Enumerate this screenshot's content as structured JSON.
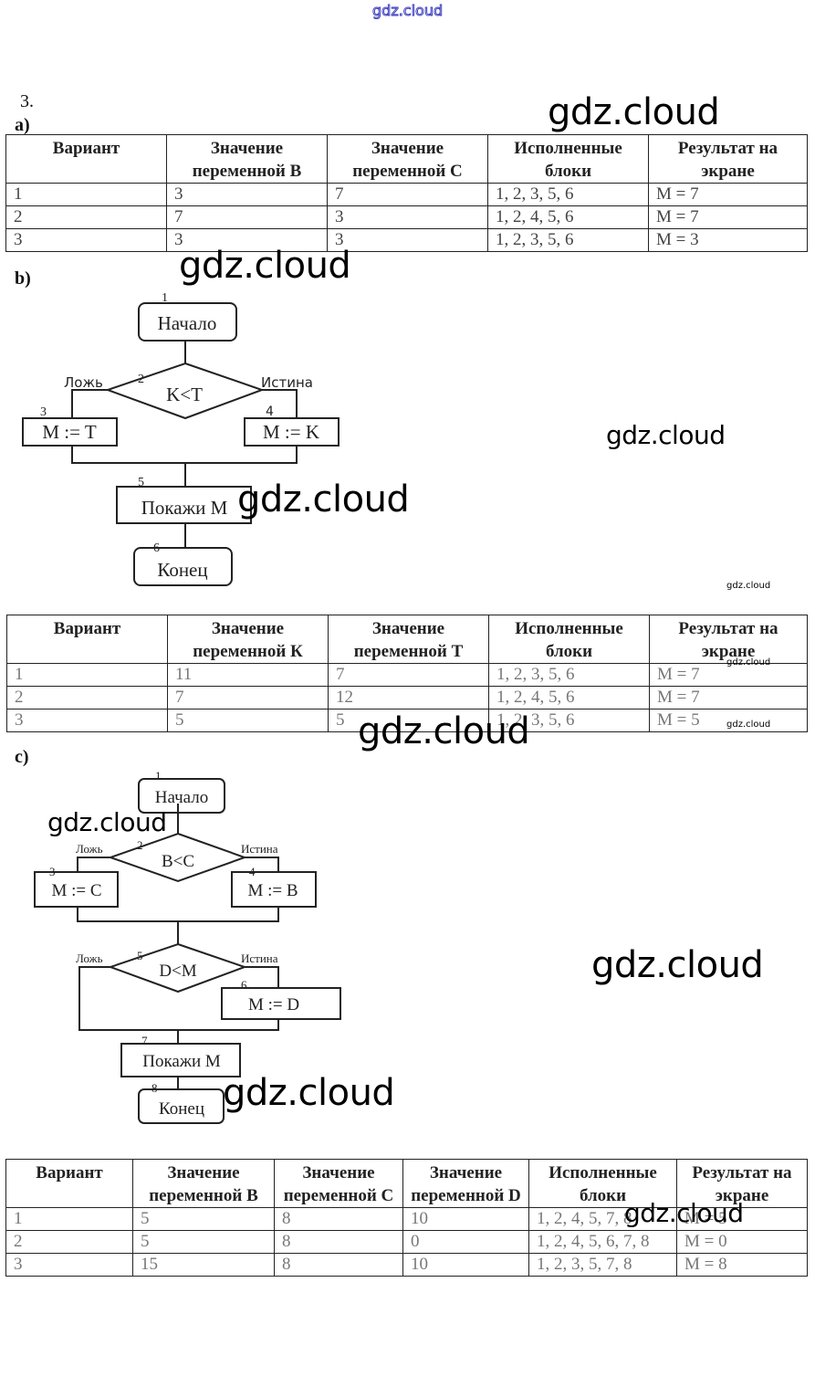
{
  "watermark": {
    "text": "gdz.cloud"
  },
  "task_number": "3.",
  "part_a": {
    "label": "a)",
    "table": {
      "headers": [
        "Вариант",
        "Значение переменной В",
        "Значение переменной С",
        "Исполненные блоки",
        "Результат на экране"
      ],
      "rows": [
        [
          "1",
          "3",
          "7",
          "1, 2, 3, 5, 6",
          "M = 7"
        ],
        [
          "2",
          "7",
          "3",
          "1, 2, 4, 5, 6",
          "M = 7"
        ],
        [
          "3",
          "3",
          "3",
          "1, 2, 3, 5, 6",
          "M = 3"
        ]
      ]
    }
  },
  "part_b": {
    "label": "b)",
    "flowchart": {
      "blocks": [
        {
          "num": "1",
          "text": "Начало"
        },
        {
          "num": "2",
          "text": "K<T"
        },
        {
          "num": "3",
          "text": "M := T"
        },
        {
          "num": "4",
          "text": "M := K"
        },
        {
          "num": "5",
          "text": "Покажи M"
        },
        {
          "num": "6",
          "text": "Конец"
        }
      ],
      "false_label": "Ложь",
      "true_label": "Истина"
    },
    "table": {
      "headers": [
        "Вариант",
        "Значение переменной К",
        "Значение переменной Т",
        "Исполненные блоки",
        "Результат на экране"
      ],
      "rows": [
        [
          "1",
          "11",
          "7",
          "1, 2, 3, 5, 6",
          "M = 7"
        ],
        [
          "2",
          "7",
          "12",
          "1, 2, 4, 5, 6",
          "M = 7"
        ],
        [
          "3",
          "5",
          "5",
          "1, 2, 3, 5, 6",
          "M = 5"
        ]
      ]
    }
  },
  "part_c": {
    "label": "c)",
    "flowchart": {
      "blocks": [
        {
          "num": "1",
          "text": "Начало"
        },
        {
          "num": "2",
          "text": "B<C"
        },
        {
          "num": "3",
          "text": "M := C"
        },
        {
          "num": "4",
          "text": "M := B"
        },
        {
          "num": "5",
          "text": "D<M"
        },
        {
          "num": "6",
          "text": "M := D"
        },
        {
          "num": "7",
          "text": "Покажи M"
        },
        {
          "num": "8",
          "text": "Конец"
        }
      ],
      "false_label": "Ложь",
      "true_label": "Истина"
    },
    "table": {
      "headers": [
        "Вариант",
        "Значение переменной B",
        "Значение переменной C",
        "Значение переменной D",
        "Исполненные блоки",
        "Результат на экране"
      ],
      "rows": [
        [
          "1",
          "5",
          "8",
          "10",
          "1, 2, 4, 5, 7, 8",
          "M = 5"
        ],
        [
          "2",
          "5",
          "8",
          "0",
          "1, 2, 4, 5, 6, 7, 8",
          "M = 0"
        ],
        [
          "3",
          "15",
          "8",
          "10",
          "1, 2, 3, 5, 7, 8",
          "M = 8"
        ]
      ]
    }
  }
}
